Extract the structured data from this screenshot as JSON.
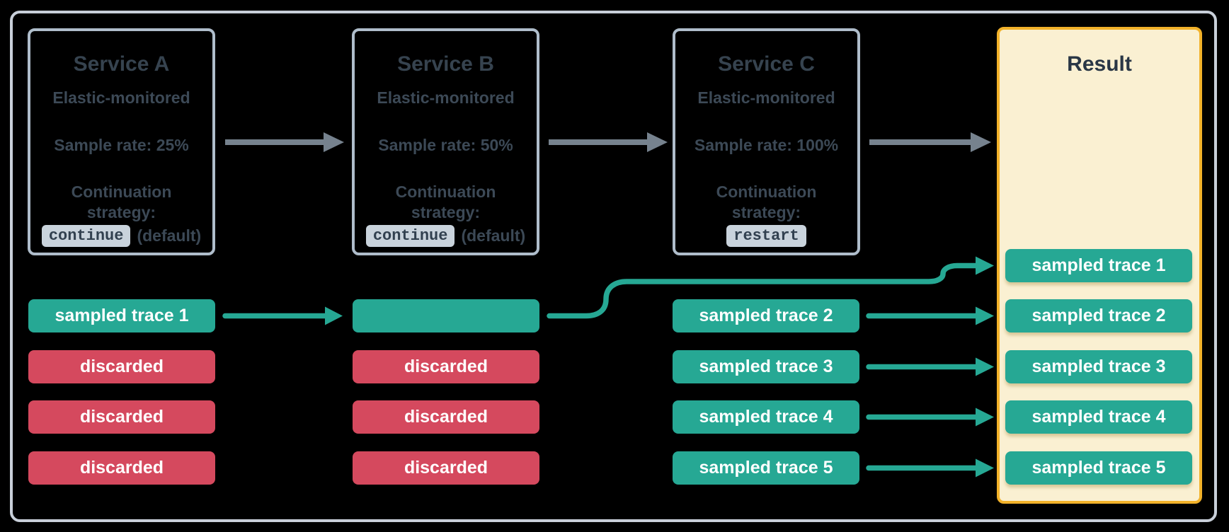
{
  "colors": {
    "background": "#000000",
    "container_border": "#C8CFD9",
    "service_box_border": "#AFBDCB",
    "service_title_text": "#36434F",
    "service_body_text": "#3C4956",
    "code_chip_bg": "#C9D3DC",
    "code_chip_text": "#31404F",
    "sampled_chip": "#26A894",
    "discarded_chip": "#D5495E",
    "chip_text": "#FFFFFF",
    "flow_arrow": "#76828E",
    "trace_arrow": "#26A894",
    "result_bg": "#FAF0D2",
    "result_border": "#F2B22A",
    "result_title_text": "#293645"
  },
  "services": [
    {
      "title": "Service A",
      "monitoring": "Elastic-monitored",
      "sample_rate": "Sample rate: 25%",
      "continuation_line1": "Continuation",
      "continuation_line2": "strategy:",
      "strategy_code": "continue",
      "strategy_note": "(default)",
      "chips": [
        {
          "label": "sampled trace 1",
          "type": "sampled"
        },
        {
          "label": "discarded",
          "type": "discarded"
        },
        {
          "label": "discarded",
          "type": "discarded"
        },
        {
          "label": "discarded",
          "type": "discarded"
        }
      ]
    },
    {
      "title": "Service B",
      "monitoring": "Elastic-monitored",
      "sample_rate": "Sample rate: 50%",
      "continuation_line1": "Continuation",
      "continuation_line2": "strategy:",
      "strategy_code": "continue",
      "strategy_note": "(default)",
      "chips": [
        {
          "label": "",
          "type": "sampled"
        },
        {
          "label": "discarded",
          "type": "discarded"
        },
        {
          "label": "discarded",
          "type": "discarded"
        },
        {
          "label": "discarded",
          "type": "discarded"
        }
      ]
    },
    {
      "title": "Service C",
      "monitoring": "Elastic-monitored",
      "sample_rate": "Sample rate: 100%",
      "continuation_line1": "Continuation",
      "continuation_line2": "strategy:",
      "strategy_code": "restart",
      "strategy_note": "",
      "chips": [
        {
          "label": "sampled trace 2",
          "type": "sampled"
        },
        {
          "label": "sampled trace 3",
          "type": "sampled"
        },
        {
          "label": "sampled trace 4",
          "type": "sampled"
        },
        {
          "label": "sampled trace 5",
          "type": "sampled"
        }
      ]
    }
  ],
  "result": {
    "title": "Result",
    "chips": [
      {
        "label": "sampled trace 1",
        "type": "sampled"
      },
      {
        "label": "sampled trace 2",
        "type": "sampled"
      },
      {
        "label": "sampled trace 3",
        "type": "sampled"
      },
      {
        "label": "sampled trace 4",
        "type": "sampled"
      },
      {
        "label": "sampled trace 5",
        "type": "sampled"
      }
    ]
  }
}
